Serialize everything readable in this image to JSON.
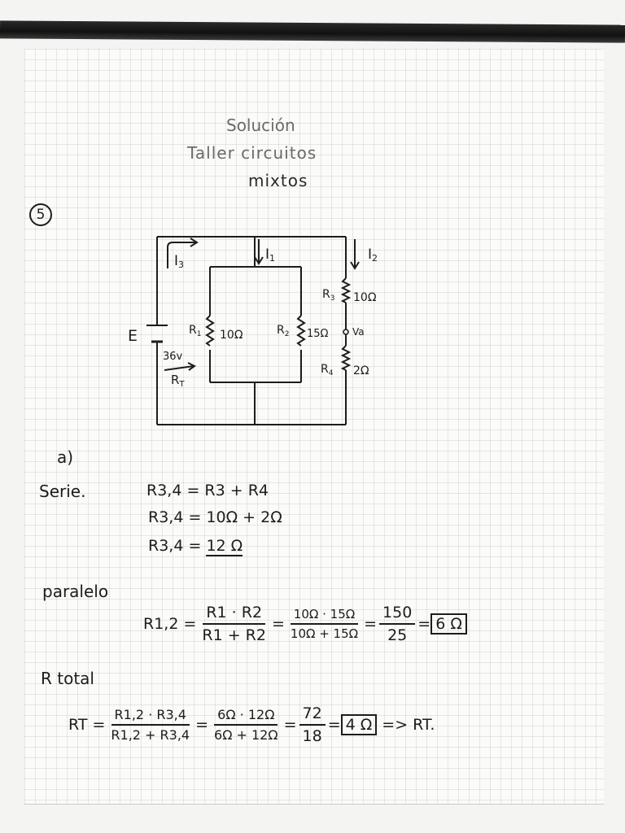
{
  "header": {
    "line1": "Solución",
    "line2": "Taller circuitos",
    "line3": "mixtos"
  },
  "problem_number": "5",
  "circuit": {
    "source_label": "E",
    "source_value": "36v",
    "total_current": "R",
    "total_current_sub": "T",
    "current_3": "I",
    "current_3_sub": "3",
    "current_1": "I",
    "current_1_sub": "1",
    "current_2": "I",
    "current_2_sub": "2",
    "r1_label": "R",
    "r1_sub": "1",
    "r1_value": "10Ω",
    "r2_label": "R",
    "r2_sub": "2",
    "r2_value": "15Ω",
    "r3_label": "R",
    "r3_sub": "3",
    "r3_value": "10Ω",
    "r4_label": "R",
    "r4_sub": "4",
    "r4_value": "2Ω",
    "node_label": "Va"
  },
  "part_a": {
    "label": "a)",
    "series": {
      "heading": "Serie.",
      "line1": "R3,4 = R3 + R4",
      "line2": "R3,4 = 10Ω + 2Ω",
      "line3_left": "R3,4 =",
      "line3_result": "12 Ω"
    },
    "parallel": {
      "heading": "paralelo",
      "lhs": "R1,2 =",
      "f1_num": "R1 · R2",
      "f1_den": "R1 + R2",
      "f2_num": "10Ω · 15Ω",
      "f2_den": "10Ω + 15Ω",
      "f3_num": "150",
      "f3_den": "25",
      "result": "6 Ω"
    },
    "total": {
      "heading": "R total",
      "lhs": "RT =",
      "f1_num": "R1,2 · R3,4",
      "f1_den": "R1,2 + R3,4",
      "f2_num": "6Ω · 12Ω",
      "f2_den": "6Ω + 12Ω",
      "f3_num": "72",
      "f3_den": "18",
      "result": "4 Ω",
      "implies": "=> RT."
    }
  }
}
